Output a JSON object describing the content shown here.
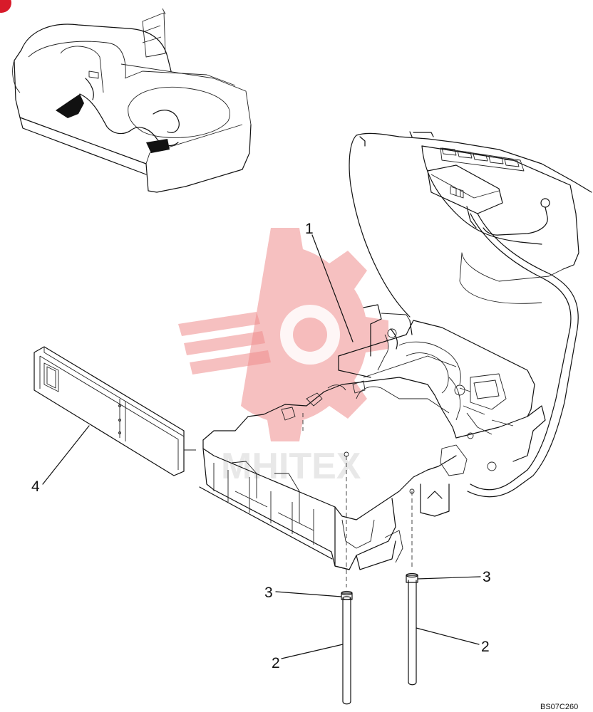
{
  "diagram": {
    "callouts": {
      "c1": "1",
      "c2a": "2",
      "c2b": "2",
      "c3a": "3",
      "c3b": "3",
      "c4": "4"
    },
    "reference_code": "BS07C260",
    "watermark_text": "MHITEX",
    "colors": {
      "line": "#111111",
      "watermark": "#ee8c8c",
      "corner_mark": "#d81b2a"
    }
  }
}
